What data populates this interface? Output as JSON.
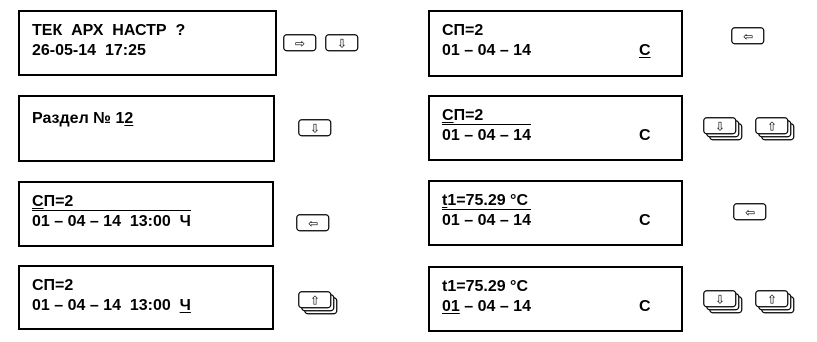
{
  "panels": {
    "p1": {
      "line1": "ТЕК  АРХ  НАСТР  ?",
      "line2": "26-05-14  17:25"
    },
    "p2": {
      "line1_pre": "Раздел № 1",
      "line1_ul": "2"
    },
    "p3": {
      "line1_ul": "С",
      "line1_post": "П=2",
      "line2": "01 – 04 – 14  13:00  Ч"
    },
    "p4": {
      "line1": "СП=2",
      "line2_pre": "01 – 04 – 14  13:00  ",
      "line2_ul": "Ч"
    },
    "p5": {
      "line1": "СП=2",
      "line2": "01 – 04 – 14",
      "mode_ul": "С"
    },
    "p6": {
      "line1_ul": "С",
      "line1_post": "П=2",
      "line2": "01 – 04 – 14",
      "mode": "С"
    },
    "p7": {
      "line1_ul": "t",
      "line1_post": "1=75.29 °C",
      "line2": "01 – 04 – 14",
      "mode": "С"
    },
    "p8": {
      "line1": "t1=75.29 °C",
      "line2_ul": "01",
      "line2_post": " – 04 – 14",
      "mode": "С"
    }
  },
  "keys": {
    "right_arrow": "⇨",
    "down_arrow": "⇩",
    "left_arrow": "⇦",
    "up_arrow": "⇧"
  },
  "icons": [
    "arrow-right-key-icon",
    "arrow-down-key-icon",
    "arrow-left-key-icon",
    "arrow-up-key-icon",
    "arrow-down-hold-key-icon",
    "arrow-up-hold-key-icon"
  ]
}
